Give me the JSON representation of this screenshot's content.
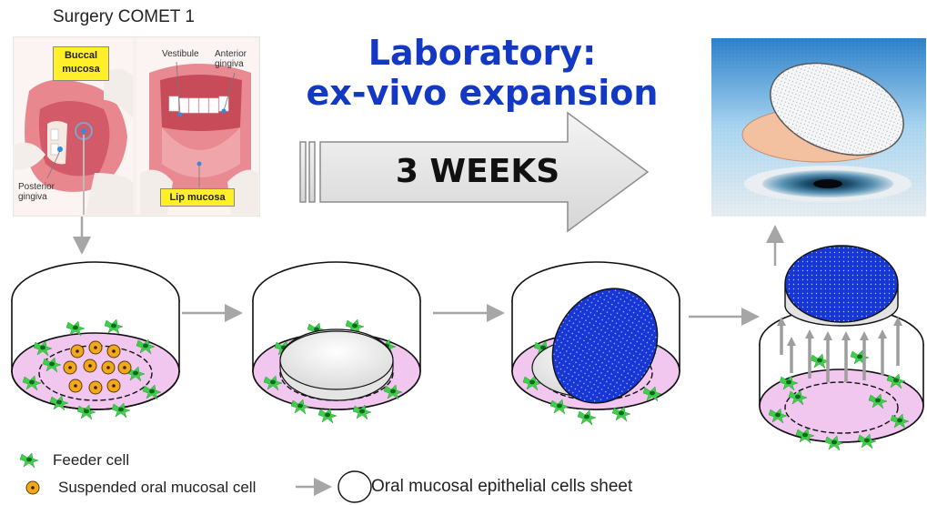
{
  "surgery": {
    "title": "Surgery COMET 1"
  },
  "mouth_left": {
    "buccal_label": "Buccal mucosa",
    "posterior_label": "Posterior gingiva"
  },
  "mouth_right": {
    "vestibule_label": "Vestibule",
    "anterior_label": "Anterior gingiva",
    "lip_label": "Lip mucosa"
  },
  "laboratory": {
    "title_line1": "Laboratory:",
    "title_line2": "ex-vivo expansion"
  },
  "arrow": {
    "label": "3 WEEKS"
  },
  "legend": {
    "feeder": "Feeder cell",
    "suspended": "Suspended oral mucosal cell",
    "sheet": "Oral mucosal epithelial cells sheet"
  },
  "colors": {
    "title_blue": "#1238c4",
    "sheet_blue": "#1636d6",
    "dish_pink": "#f1c6ef",
    "feeder_green": "#3fcf4a",
    "cell_orange": "#f2a81c",
    "arrow_gray": "#a6a6a6"
  }
}
